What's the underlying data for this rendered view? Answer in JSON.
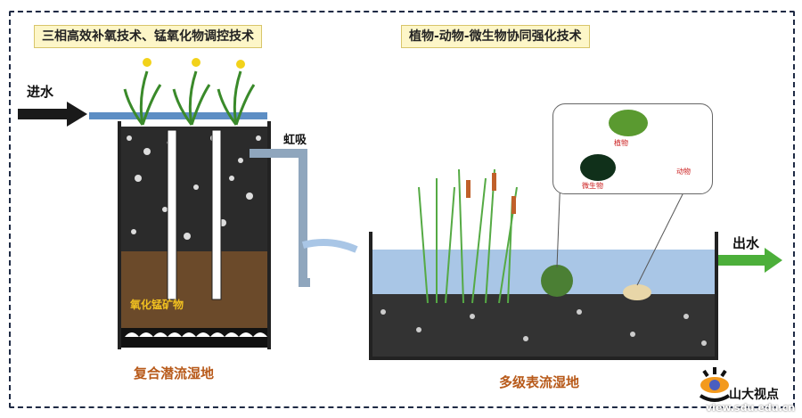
{
  "banners": {
    "left": "三相高效补氧技术、锰氧化物调控技术",
    "right": "植物-动物-微生物协同强化技术"
  },
  "labels": {
    "inflow": "进水",
    "outflow": "出水",
    "siphon": "虹吸",
    "manganese": "氧化锰矿物",
    "left_wetland": "复合潜流湿地",
    "right_wetland": "多级表流湿地"
  },
  "inset": {
    "plant": "植物",
    "microbe": "微生物",
    "animal": "动物"
  },
  "watermark": {
    "name": "山大视点",
    "url": "view.sdu.edu.cn"
  },
  "colors": {
    "inflow_arrow": "#1a1a1a",
    "outflow_arrow": "#4caf3a",
    "water": "#a9c6e6",
    "soil": "#6b4a2a",
    "banner": "#fdf6c8"
  }
}
